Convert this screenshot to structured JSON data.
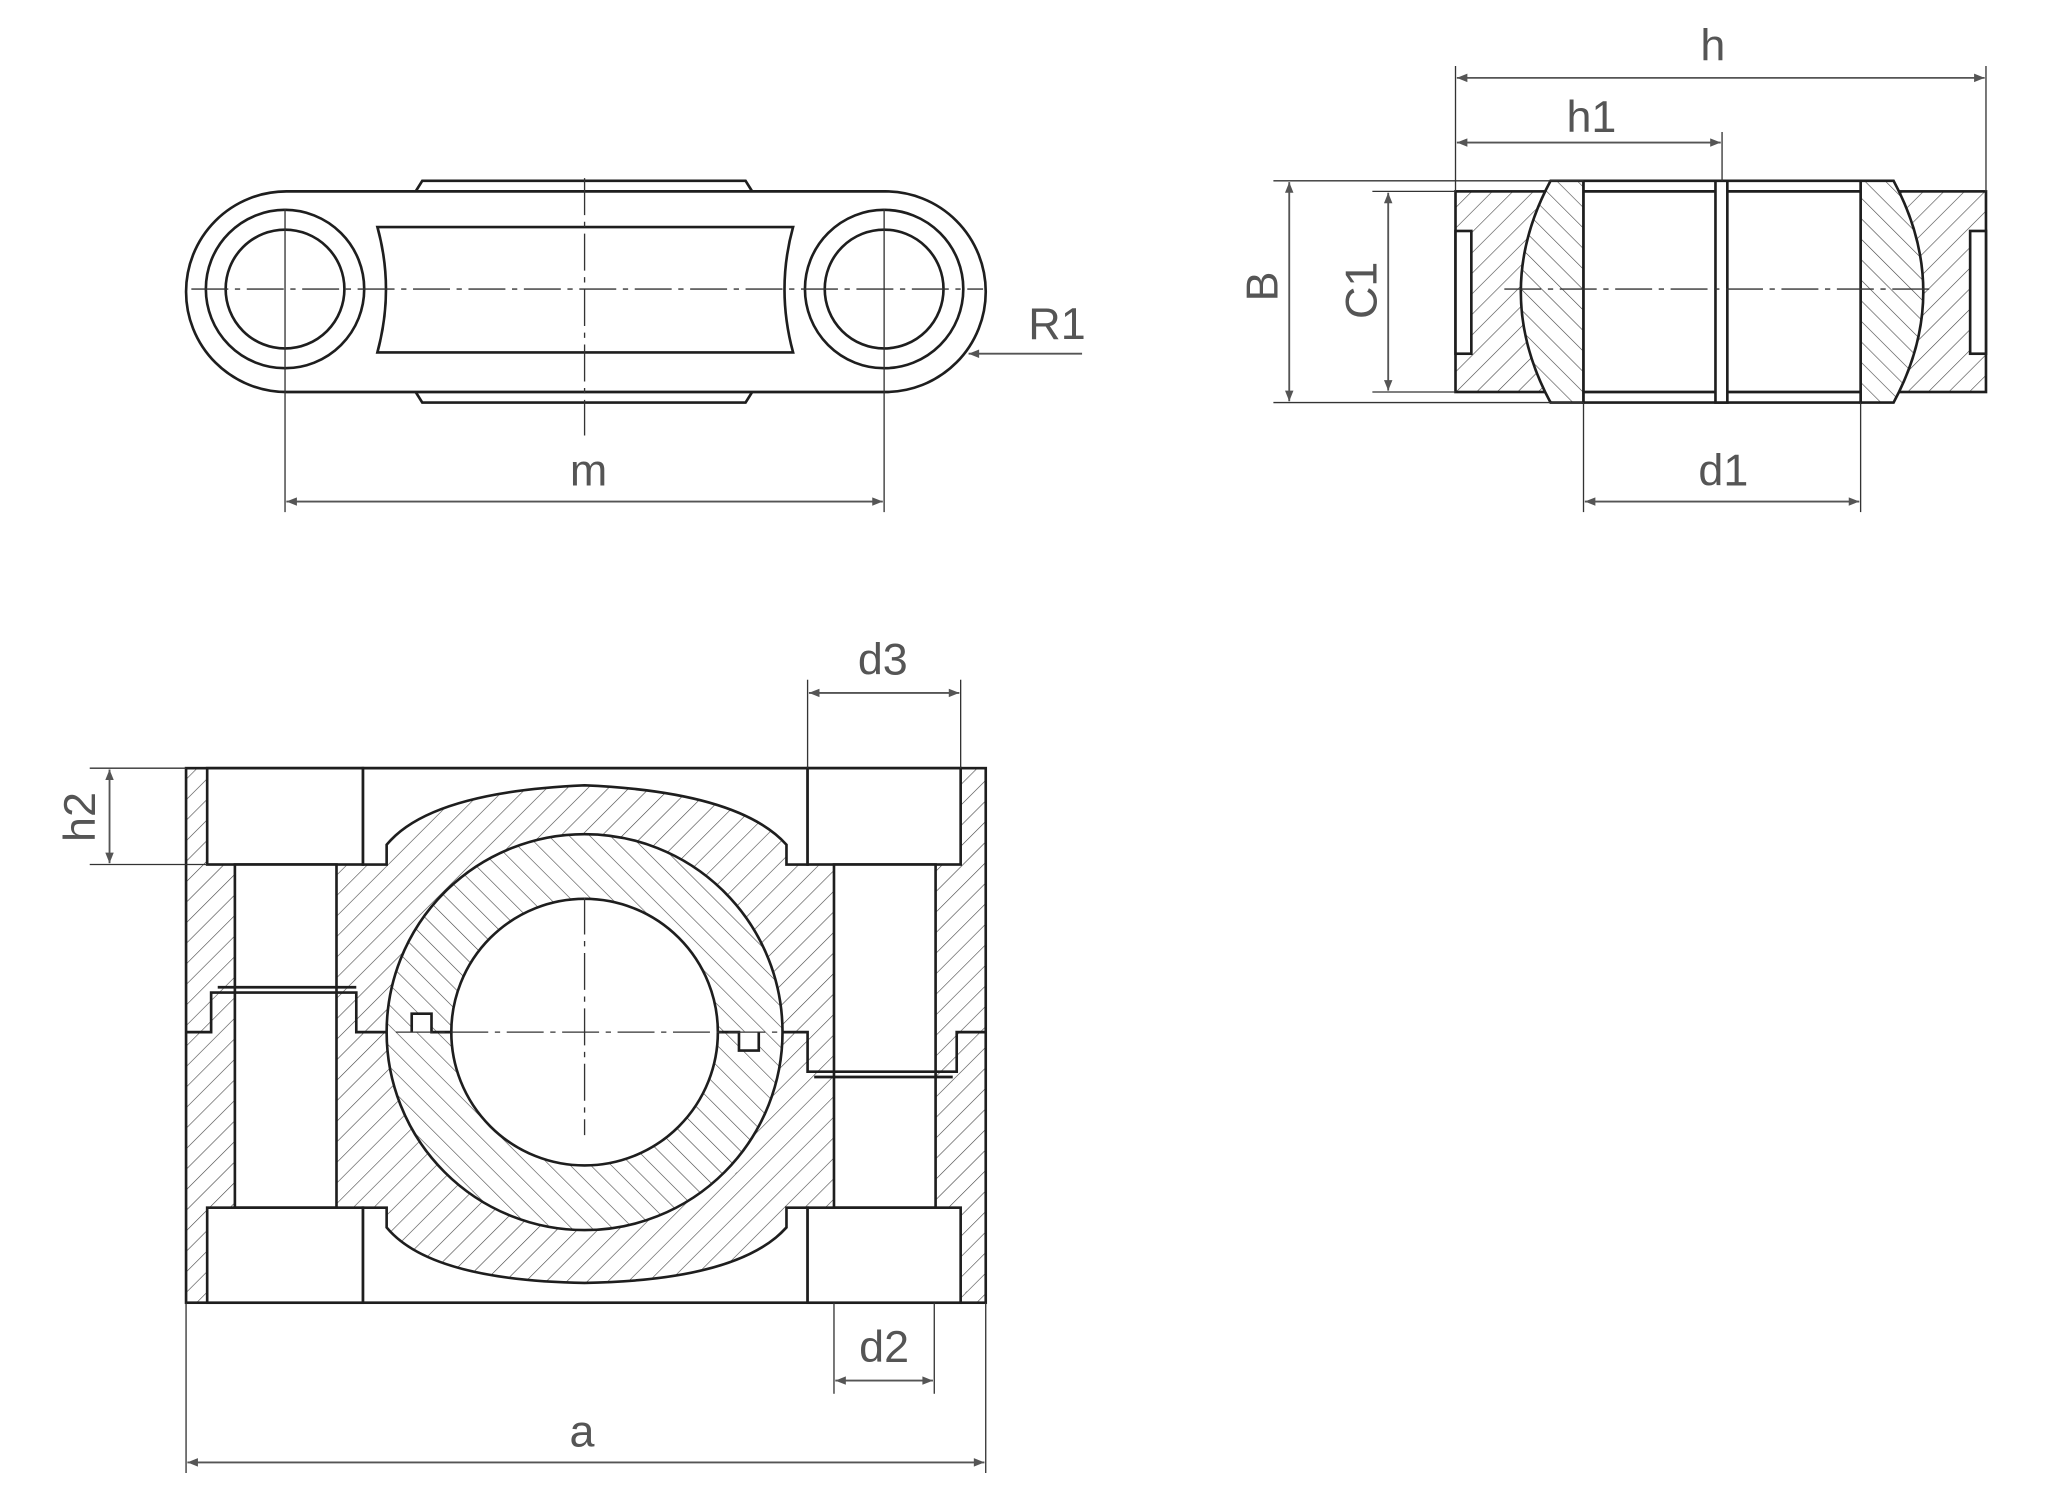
{
  "labels": {
    "m": "m",
    "R1": "R1",
    "h": "h",
    "h1": "h1",
    "B": "B",
    "C1": "C1",
    "d1": "d1",
    "d3": "d3",
    "h2": "h2",
    "d2": "d2",
    "a": "a"
  },
  "colors": {
    "line": "#1e1e1e",
    "dimension": "#555555"
  }
}
